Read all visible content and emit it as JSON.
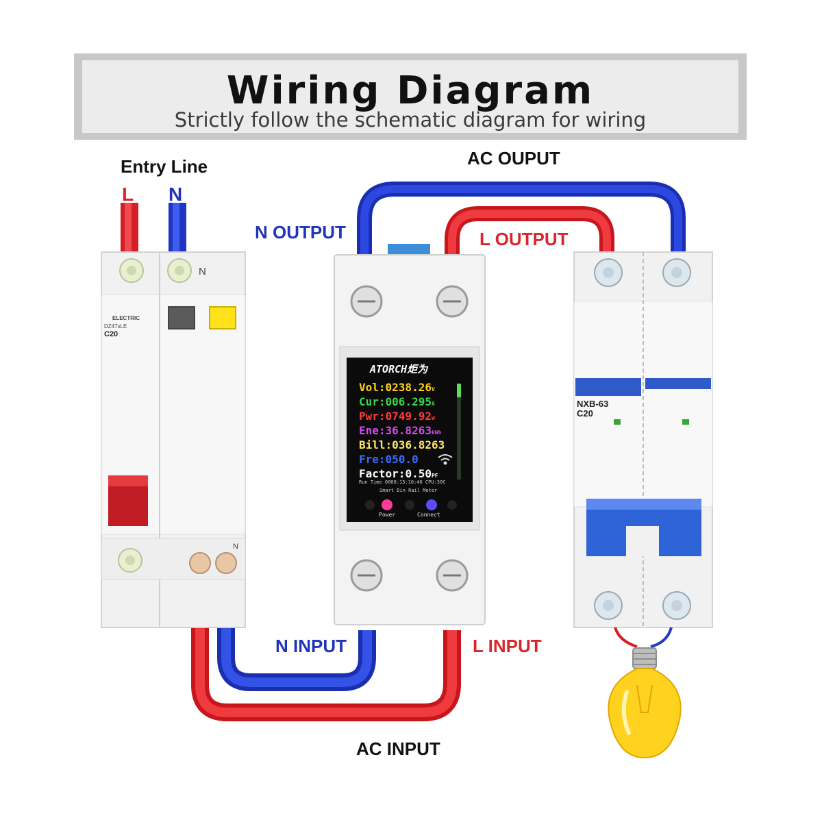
{
  "header": {
    "title": "Wiring Diagram",
    "subtitle": "Strictly follow the schematic diagram for wiring"
  },
  "labels": {
    "entry_line": "Entry Line",
    "l": "L",
    "n": "N",
    "ac_output": "AC OUPUT",
    "n_output": "N OUTPUT",
    "l_output": "L OUTPUT",
    "n_input": "N INPUT",
    "l_input": "L INPUT",
    "ac_input": "AC INPUT"
  },
  "meter": {
    "brand": "ATORCH",
    "brand_cn": "炬为",
    "rows": [
      {
        "label": "Vol:",
        "value": "0238.26",
        "unit": "V",
        "color": "#ffd21a"
      },
      {
        "label": "Cur:",
        "value": "006.295",
        "unit": "A",
        "color": "#3dd64a"
      },
      {
        "label": "Pwr:",
        "value": "0749.92",
        "unit": "W",
        "color": "#ff3b3b"
      },
      {
        "label": "Ene:",
        "value": "36.8263",
        "unit": "kWh",
        "color": "#d34cf0"
      },
      {
        "label": "Bill:",
        "value": "036.8263",
        "unit": "",
        "color": "#ffe66a"
      },
      {
        "label": "Fre:",
        "value": "050.0",
        "unit": "",
        "color": "#3a6bff"
      },
      {
        "label": "Factor:",
        "value": "0.50",
        "unit": "PF",
        "color": "#ffffff"
      }
    ],
    "run_time": "Run Time 0000:15:10:46 CPU:30C",
    "model_line": "Smart Din Rail Meter",
    "power_label": "Power",
    "connect_label": "Connect"
  },
  "left_breaker": {
    "brand": "ELECTRIC",
    "model": "DZ47sLE",
    "rating": "C20",
    "n_mark": "N",
    "n_mark_bottom": "N"
  },
  "right_breaker": {
    "model": "NXB-63",
    "rating": "C20"
  },
  "colors": {
    "live": "#e21d24",
    "neutral": "#2138c9",
    "banner": "#ececec",
    "bulb": "#ffd21f"
  }
}
